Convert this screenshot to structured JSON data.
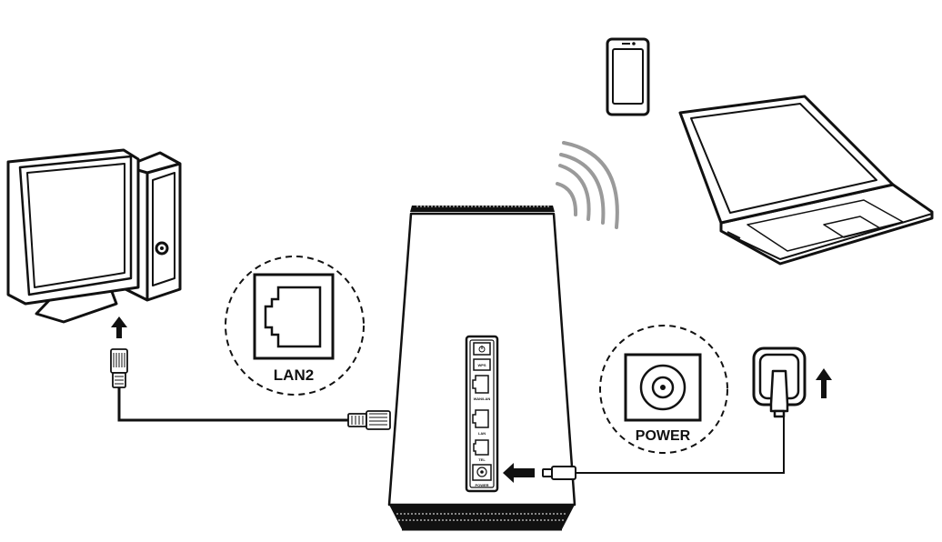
{
  "callouts": {
    "lan_label": "LAN2",
    "power_label": "POWER"
  },
  "router_ports": {
    "wps": "WPS",
    "wan_lan": "WAN/LAN",
    "lan": "LAN",
    "tel": "TEL",
    "power": "POWER"
  },
  "icons": [
    "desktop-computer-icon",
    "smartphone-icon",
    "laptop-icon",
    "wifi-signal-icon",
    "router-icon",
    "ethernet-plug-icon",
    "power-adapter-icon",
    "wall-socket-icon",
    "arrow-icon",
    "power-button-icon"
  ],
  "colors": {
    "line": "#111111",
    "wifi": "#9a9a9a",
    "background": "#ffffff"
  }
}
